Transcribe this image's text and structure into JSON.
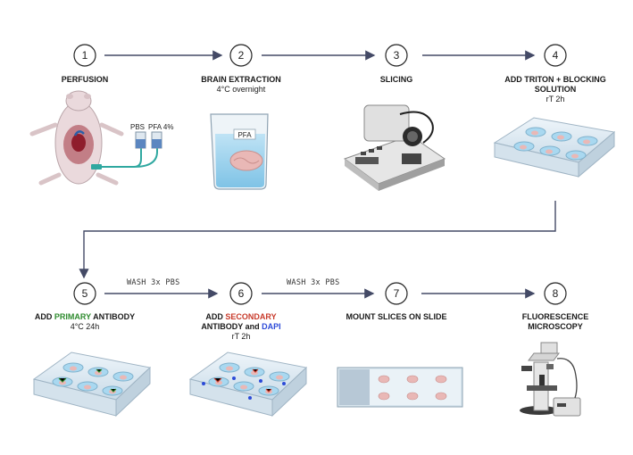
{
  "steps": [
    {
      "num": "1",
      "title": "PERFUSION",
      "sub": ""
    },
    {
      "num": "2",
      "title": "BRAIN EXTRACTION",
      "sub": "4°C overnight"
    },
    {
      "num": "3",
      "title": "SLICING",
      "sub": ""
    },
    {
      "num": "4",
      "title": "ADD TRITON + BLOCKING",
      "title2": "SOLUTION",
      "sub": "rT 2h"
    },
    {
      "num": "5",
      "title_pre": "ADD ",
      "title_hl": "PRIMARY",
      "title_post": " ANTIBODY",
      "sub": "4°C 24h"
    },
    {
      "num": "6",
      "title_pre": "ADD ",
      "title_hl": "SECONDARY",
      "title2_pre": "ANTIBODY and ",
      "title2_hl": "DAPI",
      "sub": "rT 2h"
    },
    {
      "num": "7",
      "title": "MOUNT SLICES ON SLIDE",
      "sub": ""
    },
    {
      "num": "8",
      "title": "FLUORESCENCE",
      "title2": "MICROSCOPY",
      "sub": ""
    }
  ],
  "wash_labels": [
    "WASH 3x PBS",
    "WASH 3x PBS"
  ],
  "syringe_labels": {
    "pbs": "PBS",
    "pfa": "PFA 4%"
  },
  "beaker_label": "PFA",
  "colors": {
    "primary": "#2e8b2e",
    "secondary": "#c83a2a",
    "dapi": "#2c4bd8",
    "arrow": "#444a66"
  },
  "icons": [
    "mouse-perfusion-icon",
    "beaker-brain-icon",
    "vibratome-icon",
    "well-plate-icon",
    "well-plate-primary-icon",
    "well-plate-secondary-icon",
    "microscope-slide-icon",
    "fluorescence-microscope-icon"
  ]
}
